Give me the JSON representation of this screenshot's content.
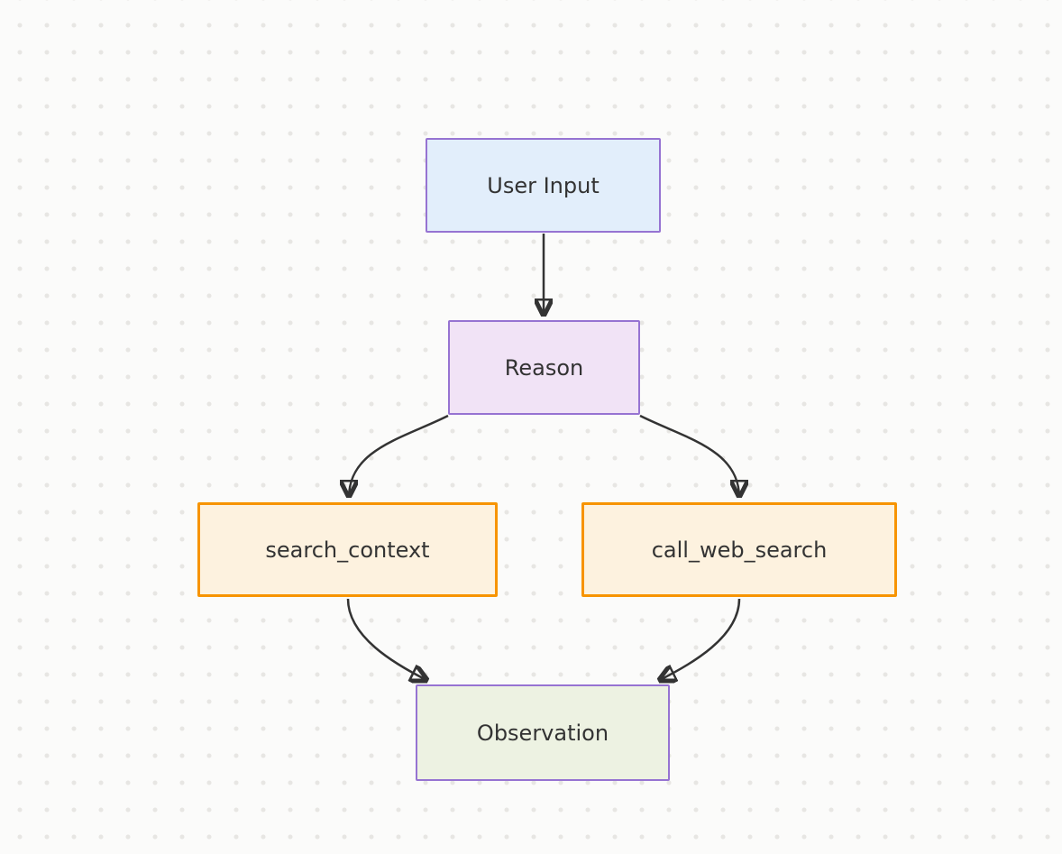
{
  "diagram": {
    "type": "flowchart",
    "direction": "top-down",
    "nodes": [
      {
        "id": "user_input",
        "label": "User Input",
        "shape": "rect",
        "fill": "#e2eefb",
        "border": "#9673d2"
      },
      {
        "id": "reason",
        "label": "Reason",
        "shape": "rect",
        "fill": "#f1e3f6",
        "border": "#9673d2"
      },
      {
        "id": "search_context",
        "label": "search_context",
        "shape": "rect",
        "fill": "#fdf2df",
        "border": "#f79400"
      },
      {
        "id": "call_web_search",
        "label": "call_web_search",
        "shape": "rect",
        "fill": "#fdf2df",
        "border": "#f79400"
      },
      {
        "id": "observation",
        "label": "Observation",
        "shape": "rect",
        "fill": "#edf2e2",
        "border": "#9673d2"
      }
    ],
    "edges": [
      {
        "from": "user_input",
        "to": "reason",
        "style": "arrow"
      },
      {
        "from": "reason",
        "to": "search_context",
        "style": "arrow"
      },
      {
        "from": "reason",
        "to": "call_web_search",
        "style": "arrow"
      },
      {
        "from": "search_context",
        "to": "observation",
        "style": "arrow"
      },
      {
        "from": "call_web_search",
        "to": "observation",
        "style": "arrow"
      }
    ],
    "colors": {
      "edge": "#333333",
      "text": "#333333",
      "background": "#fbfbfa",
      "background_dot": "#e7e6e3"
    }
  }
}
